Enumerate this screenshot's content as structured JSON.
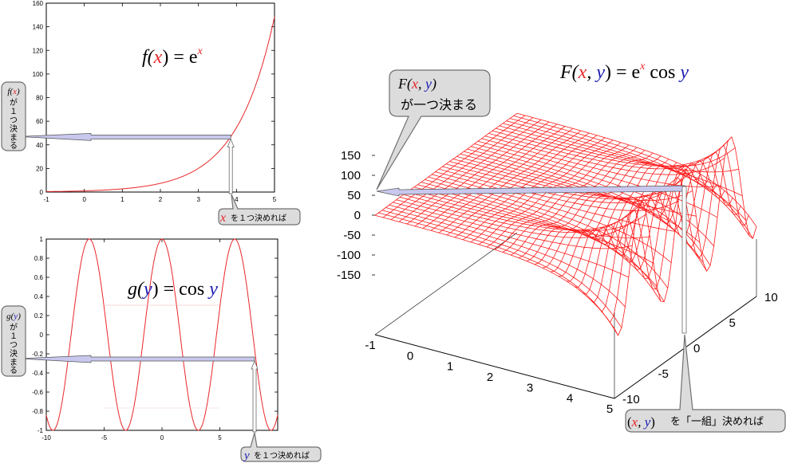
{
  "chart_data": [
    {
      "type": "line",
      "function": "exp",
      "title_parts": [
        "f(",
        "x",
        ") = e",
        "x"
      ],
      "x_ticks": [
        "-1",
        "0",
        "1",
        "2",
        "3",
        "4",
        "5"
      ],
      "y_ticks": [
        "0",
        "20",
        "40",
        "60",
        "80",
        "100",
        "120",
        "140",
        "160"
      ],
      "xlim": [
        -1,
        5
      ],
      "ylim": [
        0,
        160
      ],
      "marker_x": 3.85,
      "marker_y": 47,
      "line_color": "#e8262a",
      "callout_left_lines": [
        "f(x)",
        "が",
        "１",
        "つ",
        "決",
        "ま",
        "る"
      ],
      "callout_bottom_math": "x",
      "callout_bottom_text": "を１つ決めれば"
    },
    {
      "type": "line",
      "function": "cos",
      "title_parts": [
        "g(",
        "y",
        ") = cos ",
        "y"
      ],
      "x_ticks": [
        "-10",
        "-5",
        "0",
        "5"
      ],
      "y_ticks": [
        "1",
        "0.8",
        "0.6",
        "0.4",
        "0.2",
        "0",
        "-0.2",
        "-0.4",
        "-0.6",
        "-0.8",
        "-1"
      ],
      "xlim": [
        -10,
        10
      ],
      "ylim": [
        -1,
        1
      ],
      "marker_x": 8.0,
      "marker_y": -0.25,
      "line_color": "#e8262a",
      "callout_left_lines": [
        "g(y)",
        "が",
        "１",
        "つ",
        "決",
        "ま",
        "る"
      ],
      "callout_bottom_math": "y",
      "callout_bottom_text": "を１つ決めれば"
    },
    {
      "type": "surface",
      "function": "exp(x)*cos(y)",
      "title_parts": [
        "F(",
        "x",
        ", ",
        "y",
        ") = e",
        "x",
        " cos ",
        "y"
      ],
      "z_ticks": [
        "150",
        "100",
        "50",
        "0",
        "-50",
        "-100",
        "-150"
      ],
      "x_ticks": [
        "-1",
        "0",
        "1",
        "2",
        "3",
        "4",
        "5"
      ],
      "y_ticks": [
        "-10",
        "-5",
        "0",
        "5",
        "10"
      ],
      "xlim": [
        -1,
        5
      ],
      "ylim": [
        -10,
        10
      ],
      "zlim": [
        -150,
        150
      ],
      "surface_color": "#ff1a1a",
      "callout_top_math": "F(x, y)",
      "callout_top_text": "が一つ決まる",
      "callout_bottom_math": "(x, y)",
      "callout_bottom_text": "を「一組」決めれば"
    }
  ],
  "colors": {
    "x_var": "#e8262a",
    "y_var": "#1a1ab4",
    "arrow_fill": "#c8c8ee",
    "callout": "#dcdcdc"
  }
}
